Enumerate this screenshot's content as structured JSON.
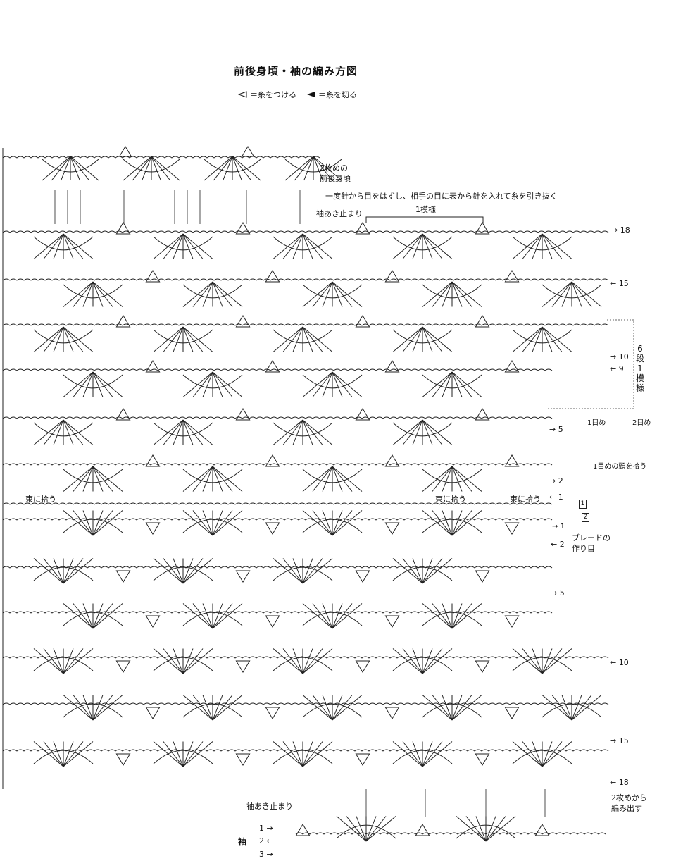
{
  "title": "前後身頃・袖の編み方図",
  "legend": {
    "attach": "＝糸をつける",
    "cut": "＝糸を切る"
  },
  "labels": {
    "second_piece_line1": "2枚めの",
    "second_piece_line2": "前後身頃",
    "join_note": "一度針から目をはずし、相手の目に表から針を入れて糸を引き抜く",
    "sleeve_opening_top": "袖あき止まり",
    "one_pattern": "1模様",
    "six_rows_digit1": "6",
    "six_rows_char1": "段",
    "six_rows_digit2": "1",
    "six_rows_char2": "模",
    "six_rows_char3": "様",
    "stitch_1": "1目め",
    "stitch_2": "2目め",
    "pick_head": "1目めの頭を拾う",
    "bundle_left": "束に拾う",
    "bundle_mid": "束に拾う",
    "bundle_right": "束に拾う",
    "braid_line1": "ブレードの",
    "braid_line2": "作り目",
    "sleeve_opening_bottom": "袖あき止まり",
    "from_second_line1": "2枚めから",
    "from_second_line2": "編み出す",
    "sleeve": "袖",
    "box1": "1",
    "box2": "2"
  },
  "row_markers": {
    "upper": [
      "18",
      "15",
      "10",
      "9",
      "5",
      "2",
      "1"
    ],
    "lower": [
      "1",
      "2",
      "5",
      "10",
      "15",
      "18"
    ],
    "sleeve": [
      "1",
      "2",
      "3"
    ]
  }
}
